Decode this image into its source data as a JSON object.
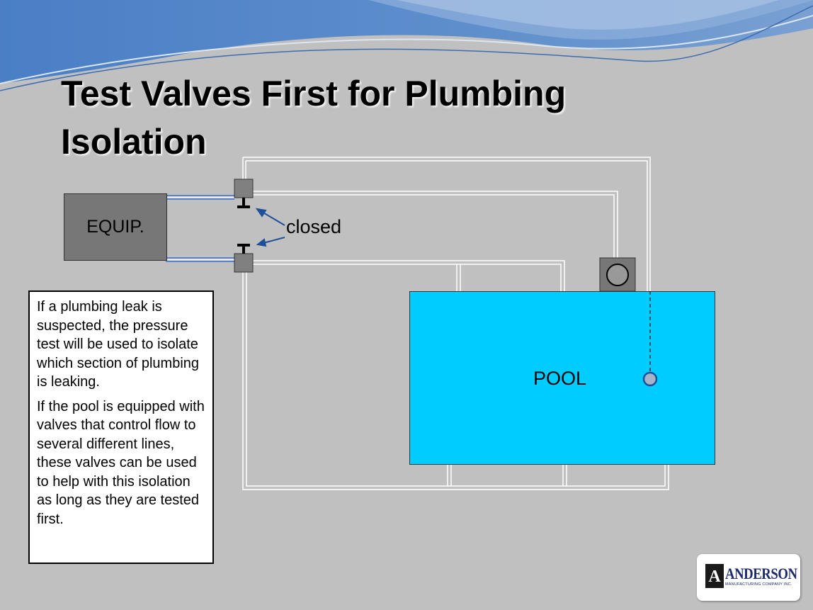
{
  "slide": {
    "title_line1": "Test Valves First for Plumbing",
    "title_line2": "Isolation"
  },
  "diagram": {
    "equipment_label": "EQUIP.",
    "pool_label": "POOL",
    "valve_state_label": "closed",
    "colors": {
      "pool": "#00ccff",
      "equipment": "#777777",
      "pipe": "#ffffff",
      "pipe_to_equipment": "#3a6fd0",
      "arrow": "#1f4e9a",
      "valve": "#808080"
    },
    "icons": [
      "valve-icon",
      "skimmer-icon",
      "main-drain-icon",
      "arrow-icon"
    ]
  },
  "note": {
    "paragraph1": "If a plumbing leak is suspected, the pressure test will be used to isolate which section of plumbing is leaking.",
    "paragraph2": "If the pool is equipped with valves that control flow to several different lines, these valves can be used to help with this isolation as long as they are tested first."
  },
  "logo": {
    "name": "ANDERSON",
    "subtitle": "MANUFACTURING COMPANY INC.",
    "mark": "A"
  }
}
